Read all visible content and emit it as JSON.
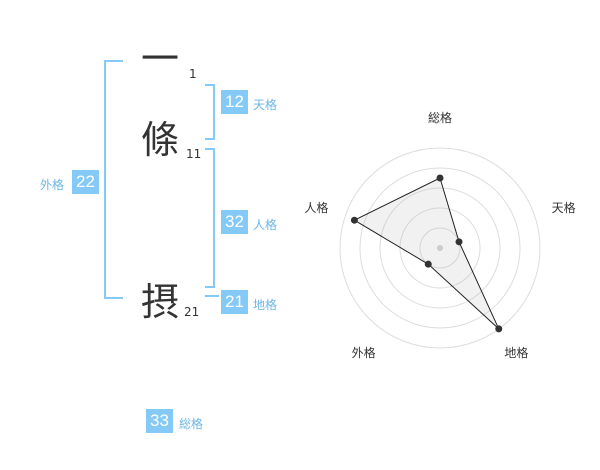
{
  "name_chars": [
    {
      "char": "一",
      "strokes": "1"
    },
    {
      "char": "條",
      "strokes": "11"
    },
    {
      "char": "摂",
      "strokes": "21"
    }
  ],
  "kakusu": {
    "tenkaku": {
      "value": "12",
      "label": "天格"
    },
    "jinkaku": {
      "value": "32",
      "label": "人格"
    },
    "chikaku": {
      "value": "21",
      "label": "地格"
    },
    "gaikaku": {
      "value": "22",
      "label": "外格"
    },
    "soukaku": {
      "value": "33",
      "label": "総格"
    }
  },
  "colors": {
    "accent": "#85c9f6",
    "label": "#6cb6e6",
    "text": "#333333"
  },
  "chart_data": {
    "type": "radar",
    "axes": [
      "総格",
      "天格",
      "地格",
      "外格",
      "人格"
    ],
    "values": [
      3.5,
      1.0,
      5.0,
      1.0,
      4.5
    ],
    "range": [
      0,
      5
    ],
    "rings": 5,
    "grid": true
  }
}
